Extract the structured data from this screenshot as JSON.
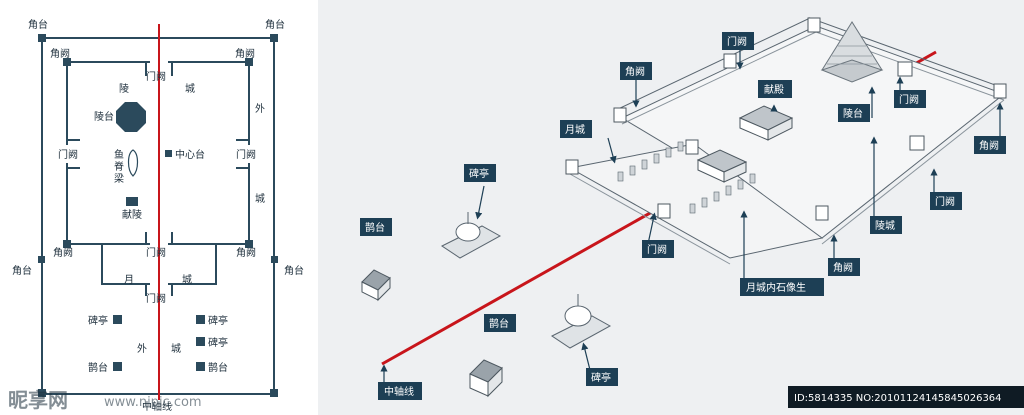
{
  "colors": {
    "wall": "#2b4a5c",
    "axis": "#c8151b",
    "tag_bg": "#1d3f55",
    "panel": "#eef0f2",
    "text": "#1e2f3c"
  },
  "plan": {
    "corner_tower": "角台",
    "gate_tower": "角阙",
    "gate_que": "门阙",
    "ling": "陵",
    "ling_tai": "陵台",
    "cheng": "城",
    "wai": "外",
    "yu_ji_liang": [
      "鱼",
      "脊",
      "梁"
    ],
    "center_terrace": "中心台",
    "xian_ling": "献陵",
    "yue": "月",
    "stele": "碑亭",
    "que_tai": "鹊台",
    "axis_label": "中轴线"
  },
  "iso": {
    "tags": {
      "gate_top": "门阙",
      "corner_nw": "角阙",
      "xian_dian": "献殿",
      "yue_cheng": "月城",
      "gate_right": "门阙",
      "ling_tai": "陵台",
      "stele_left": "碑亭",
      "corner_e": "角阙",
      "que_left": "鹊台",
      "ling_cheng": "陵城",
      "gate_e2": "门阙",
      "gate_low": "门阙",
      "corner_s": "角阙",
      "statues": "月城内石像生",
      "que_mid": "鹊台",
      "stele_mid": "碑亭",
      "axis": "中轴线"
    },
    "watermark_id": "ID:5814335 NO:20101124145845026364"
  },
  "watermark": {
    "brand": "昵享网",
    "url": "www.nipic.com"
  }
}
